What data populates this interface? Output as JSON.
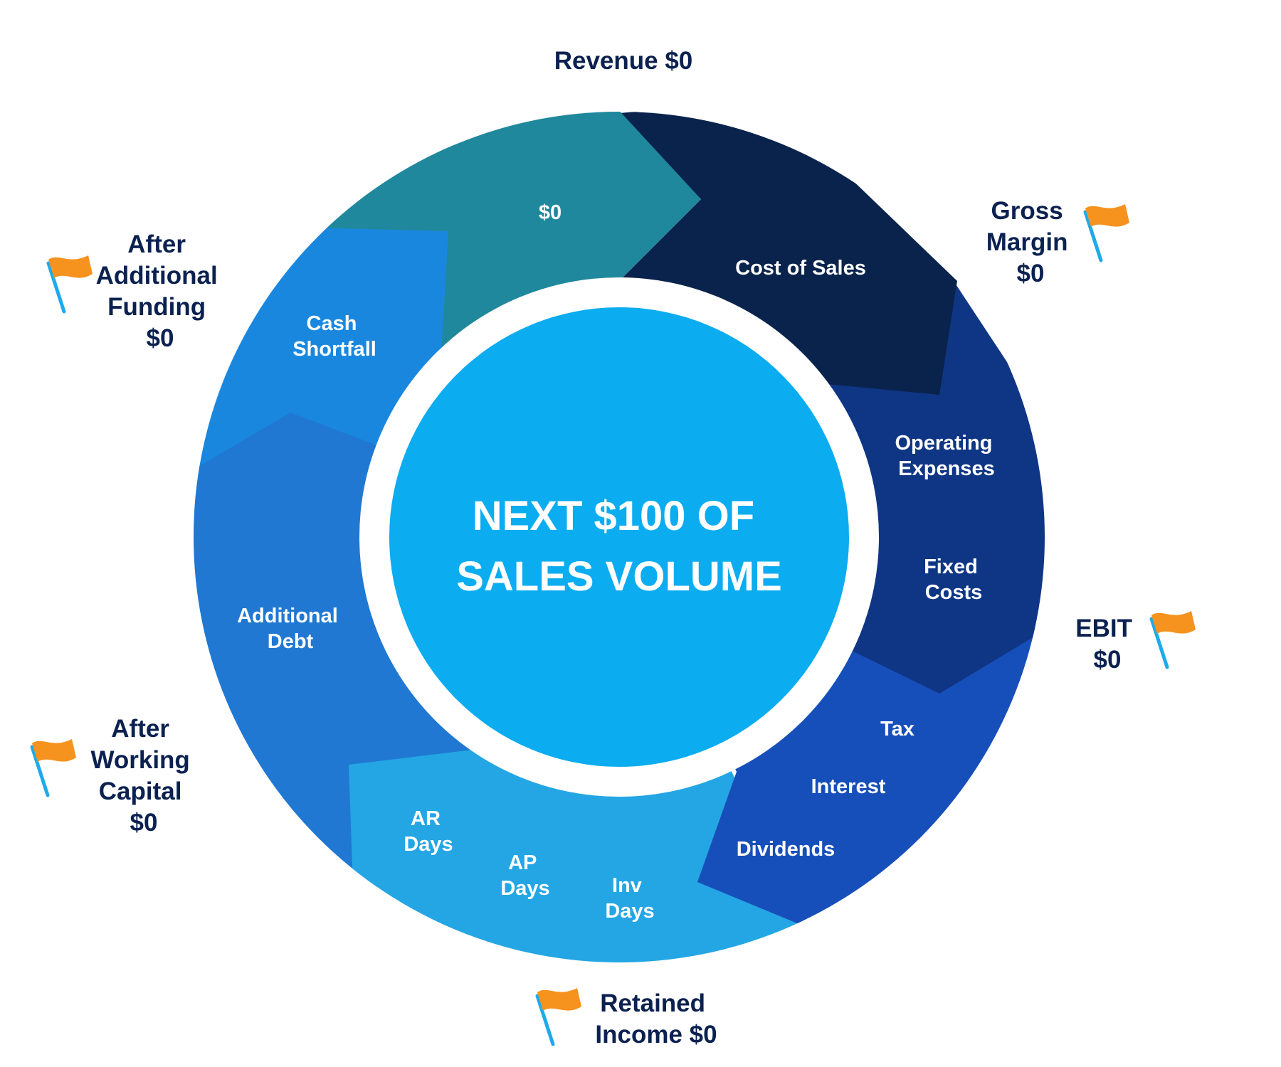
{
  "center": {
    "title_lines": [
      "NEXT $100 OF",
      "SALES VOLUME"
    ]
  },
  "segments": [
    {
      "id": "revenue",
      "label_lines": [
        "$0"
      ],
      "color": "#1f889c"
    },
    {
      "id": "cost-of-sales",
      "label_lines": [
        "Cost of Sales"
      ],
      "color": "#0a234c"
    },
    {
      "id": "operating-fixed",
      "label_lines": [
        "Operating",
        "Expenses"
      ],
      "label2_lines": [
        "Fixed",
        "Costs"
      ],
      "color": "#0f3685"
    },
    {
      "id": "tax-interest-dividends",
      "label_lines": [
        "Tax"
      ],
      "label2_lines": [
        "Interest"
      ],
      "label3_lines": [
        "Dividends"
      ],
      "color": "#174fba"
    },
    {
      "id": "working-capital-days",
      "label_lines": [
        "AR",
        "Days"
      ],
      "label2_lines": [
        "AP",
        "Days"
      ],
      "label3_lines": [
        "Inv",
        "Days"
      ],
      "color": "#24a6e4"
    },
    {
      "id": "additional-debt",
      "label_lines": [
        "Additional",
        "Debt"
      ],
      "color": "#2078d3"
    },
    {
      "id": "cash-shortfall",
      "label_lines": [
        "Cash",
        "Shortfall"
      ],
      "color": "#1a87df"
    }
  ],
  "milestones": [
    {
      "id": "revenue",
      "label_lines": [
        "Revenue $0"
      ],
      "flag": false
    },
    {
      "id": "gross-margin",
      "label_lines": [
        "Gross",
        "Margin",
        "$0"
      ],
      "flag": true
    },
    {
      "id": "ebit",
      "label_lines": [
        "EBIT",
        "$0"
      ],
      "flag": true
    },
    {
      "id": "retained-income",
      "label_lines": [
        "Retained",
        "Income $0"
      ],
      "flag": true
    },
    {
      "id": "after-working-capital",
      "label_lines": [
        "After",
        "Working",
        "Capital",
        "$0"
      ],
      "flag": true
    },
    {
      "id": "after-additional-funding",
      "label_lines": [
        "After",
        "Additional",
        "Funding",
        "$0"
      ],
      "flag": true
    }
  ],
  "colors": {
    "center_fill": "#0bacf0",
    "inner_ring": "#ffffff",
    "flag": "#f6921e",
    "flag_pole": "#1eaaea",
    "outer_text": "#0b2150"
  }
}
